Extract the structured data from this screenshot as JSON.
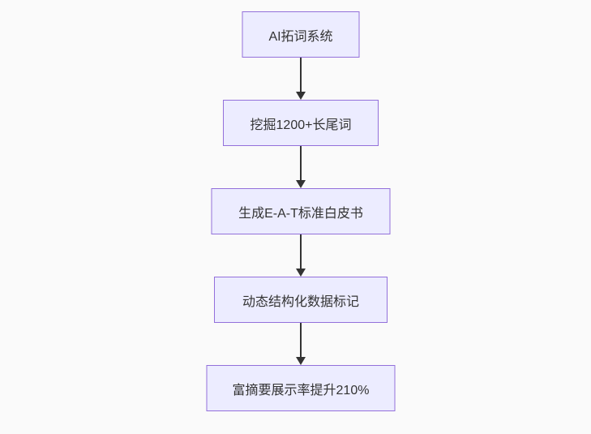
{
  "diagram": {
    "type": "flowchart",
    "direction": "top-down",
    "background_color": "#fafafa",
    "node_fill_color": "#ececff",
    "node_border_color": "#9370db",
    "text_color": "#333333",
    "arrow_color": "#333333",
    "nodes": [
      {
        "label": "AI拓词系统"
      },
      {
        "label": "挖掘1200+长尾词"
      },
      {
        "label": "生成E-A-T标准白皮书"
      },
      {
        "label": "动态结构化数据标记"
      },
      {
        "label": "富摘要展示率提升210%"
      }
    ],
    "edges": [
      {
        "from": "AI拓词系统",
        "to": "挖掘1200+长尾词"
      },
      {
        "from": "挖掘1200+长尾词",
        "to": "生成E-A-T标准白皮书"
      },
      {
        "from": "生成E-A-T标准白皮书",
        "to": "动态结构化数据标记"
      },
      {
        "from": "动态结构化数据标记",
        "to": "富摘要展示率提升210%"
      }
    ]
  }
}
